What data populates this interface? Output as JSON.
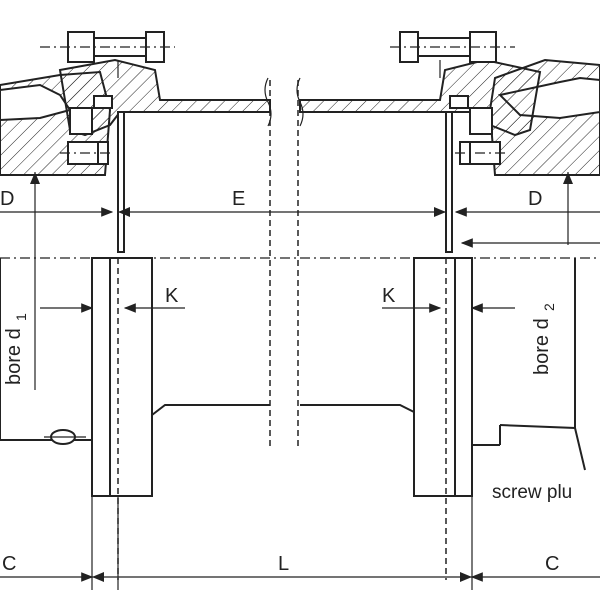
{
  "labels": {
    "D_left": "D",
    "E": "E",
    "D_right": "D",
    "K_left": "K",
    "K_right": "K",
    "bore1": "bore d",
    "bore1_sub": "1",
    "bore2": "bore d",
    "bore2_sub": "2",
    "screw": "screw plu",
    "C_left": "C",
    "L": "L",
    "C_right": "C"
  }
}
